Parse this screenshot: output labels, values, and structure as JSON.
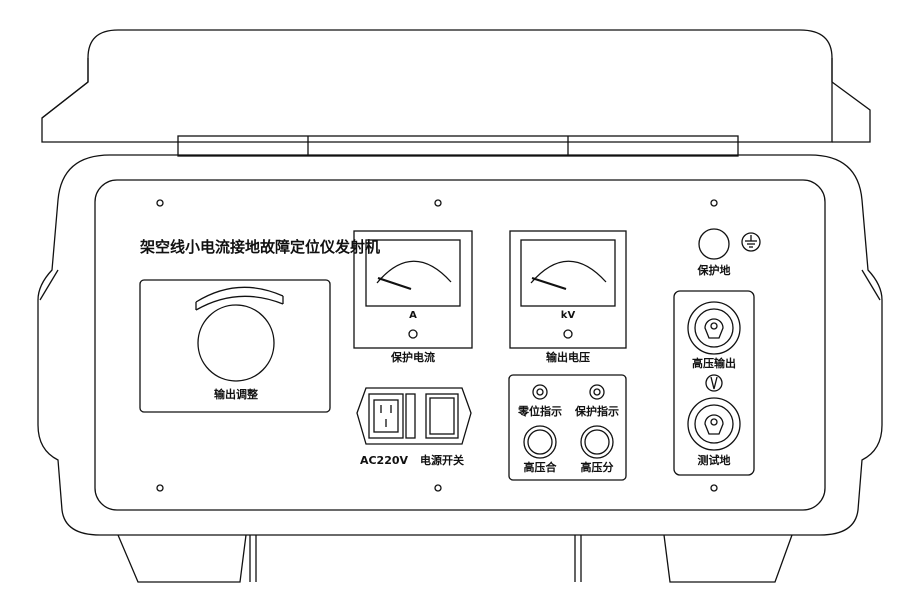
{
  "device": {
    "title": "架空线小电流接地故障定位仪发射机"
  },
  "knob_panel": {
    "label": "输出调整"
  },
  "ammeter": {
    "unit": "A",
    "label": "保护电流"
  },
  "voltmeter": {
    "unit": "kV",
    "label": "输出电压"
  },
  "power": {
    "socket_label": "AC220V",
    "switch_label": "电源开关"
  },
  "indicators": {
    "zero_label": "零位指示",
    "protect_label": "保护指示",
    "hv_on_label": "高压合",
    "hv_off_label": "高压分"
  },
  "ground": {
    "protect_ground_label": "保护地"
  },
  "terminals": {
    "hv_output_label": "高压输出",
    "test_ground_label": "测试地"
  },
  "colors": {
    "line": "#111111",
    "background": "#ffffff"
  }
}
